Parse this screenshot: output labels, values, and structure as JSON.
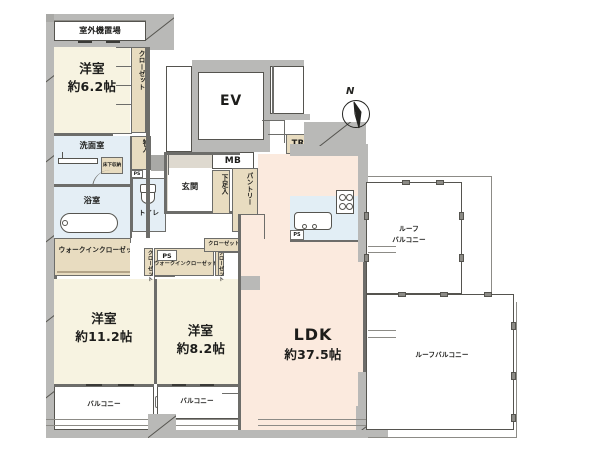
{
  "plan": {
    "type": "japanese-real-estate-floor-plan",
    "compass": {
      "north_label": "N"
    },
    "rooms": [
      {
        "id": "outdoor_unit",
        "name": "室外機置場"
      },
      {
        "id": "bedroom_north",
        "name": "洋室",
        "area": "約6.2帖"
      },
      {
        "id": "bedroom_west",
        "name": "洋室",
        "area": "約11.2帖"
      },
      {
        "id": "bedroom_south",
        "name": "洋室",
        "area": "約8.2帖"
      },
      {
        "id": "ldk",
        "name": "LDK",
        "area": "約37.5帖"
      },
      {
        "id": "washroom",
        "name": "洗面室"
      },
      {
        "id": "bathroom",
        "name": "浴室"
      },
      {
        "id": "toilet",
        "name": "トイレ"
      },
      {
        "id": "entrance",
        "name": "玄関"
      },
      {
        "id": "elevator",
        "name": "EV"
      },
      {
        "id": "meter_box",
        "name": "MB"
      },
      {
        "id": "trunk_room",
        "name": "TR"
      },
      {
        "id": "pantry",
        "name": "パントリー"
      },
      {
        "id": "shoe_box",
        "name": "下足入"
      },
      {
        "id": "service_door",
        "name": "勝手口"
      },
      {
        "id": "underfloor_storage",
        "name": "床下収納"
      },
      {
        "id": "closet_north",
        "name": "クローゼット"
      },
      {
        "id": "storage_mono",
        "name": "物入"
      },
      {
        "id": "wic_west",
        "name": "ウォークインクローゼット"
      },
      {
        "id": "wic_center",
        "name": "ウォークインクローゼット"
      },
      {
        "id": "closet_small_a",
        "name": "クローゼット"
      },
      {
        "id": "closet_small_b",
        "name": "クローゼット"
      },
      {
        "id": "closet_south",
        "name": "クローゼット"
      },
      {
        "id": "ps_a",
        "name": "PS"
      },
      {
        "id": "ps_b",
        "name": "PS"
      },
      {
        "id": "ps_c",
        "name": "PS"
      },
      {
        "id": "ps_d",
        "name": "PS"
      },
      {
        "id": "balcony_west",
        "name": "バルコニー"
      },
      {
        "id": "balcony_south",
        "name": "バルコニー"
      },
      {
        "id": "roof_balcony_upper",
        "name": "ルーフ\nバルコニー"
      },
      {
        "id": "roof_balcony_upper_l1",
        "name": "ルーフ"
      },
      {
        "id": "roof_balcony_upper_l2",
        "name": "バルコニー"
      },
      {
        "id": "roof_balcony_lower",
        "name": "ルーフバルコニー"
      }
    ],
    "colors": {
      "room_fill": "#f7f3e1",
      "ldk_fill": "#fbeade",
      "wet_fill": "#e4eef5",
      "storage_fill": "#e8dcc0",
      "hall_fill": "#ded9cf",
      "wall": "#b9b9b7",
      "line": "#55544f",
      "text": "#1d1d1b",
      "background": "#ffffff"
    }
  }
}
